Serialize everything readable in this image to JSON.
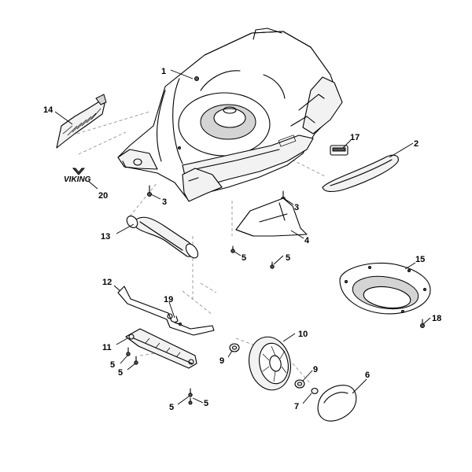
{
  "logo": {
    "text": "VIKING"
  },
  "callouts": {
    "c1": "1",
    "c2": "2",
    "c3a": "3",
    "c3b": "3",
    "c4": "4",
    "c5a": "5",
    "c5b": "5",
    "c5c": "5",
    "c5d": "5",
    "c5e": "5",
    "c5f": "5",
    "c6": "6",
    "c7": "7",
    "c9a": "9",
    "c9b": "9",
    "c10": "10",
    "c11": "11",
    "c12": "12",
    "c13": "13",
    "c14": "14",
    "c15": "15",
    "c17": "17",
    "c18": "18",
    "c19": "19",
    "c20": "20"
  }
}
